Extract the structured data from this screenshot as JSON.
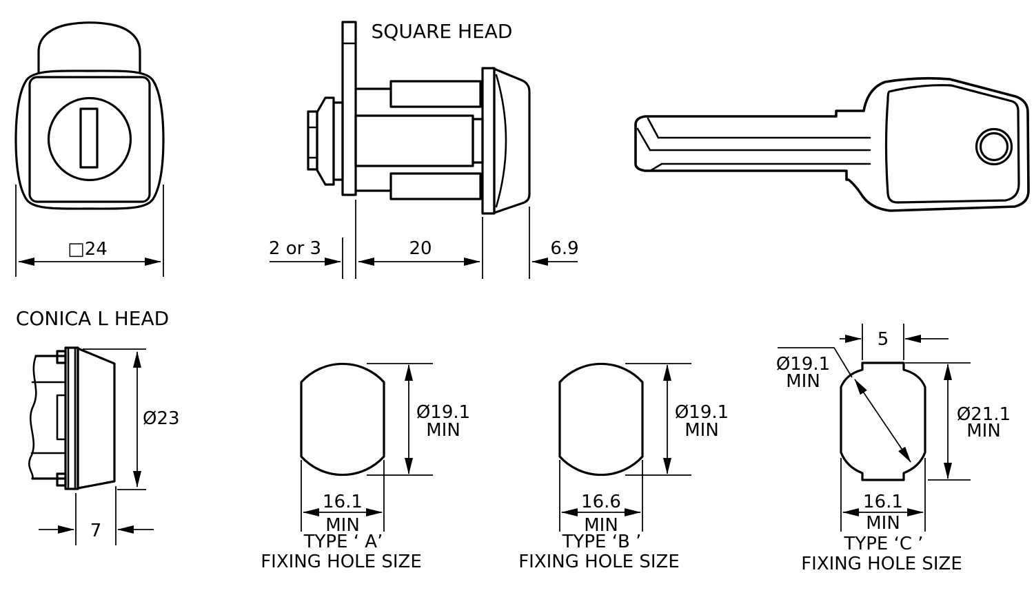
{
  "colors": {
    "background": "#ffffff",
    "line": "#000000"
  },
  "front_view": {
    "dim_width": "□24"
  },
  "square_head_view": {
    "title": "SQUARE HEAD",
    "dim_cam_thickness": "2 or 3",
    "dim_body_length": "20",
    "dim_head_depth": "6.9"
  },
  "conical_head_view": {
    "title": "CONICA L HEAD",
    "dim_head_diameter": "Ø23",
    "dim_head_depth": "7"
  },
  "fixing_holes": {
    "type_a": {
      "name": "TYPE ‘ A’",
      "caption": "FIXING HOLE SIZE",
      "height_dim": "Ø19.1",
      "height_min": "MIN",
      "width_dim": "16.1",
      "width_min": "MIN"
    },
    "type_b": {
      "name": "TYPE ‘B ’",
      "caption": "FIXING HOLE SIZE",
      "height_dim": "Ø19.1",
      "height_min": "MIN",
      "width_dim": "16.6",
      "width_min": "MIN"
    },
    "type_c": {
      "name": "TYPE ‘C ’",
      "caption": "FIXING HOLE SIZE",
      "top_flat_dim": "5",
      "diag_dim": "Ø19.1",
      "diag_min": "MIN",
      "height_dim": "Ø21.1",
      "height_min": "MIN",
      "width_dim": "16.1",
      "width_min": "MIN"
    }
  }
}
